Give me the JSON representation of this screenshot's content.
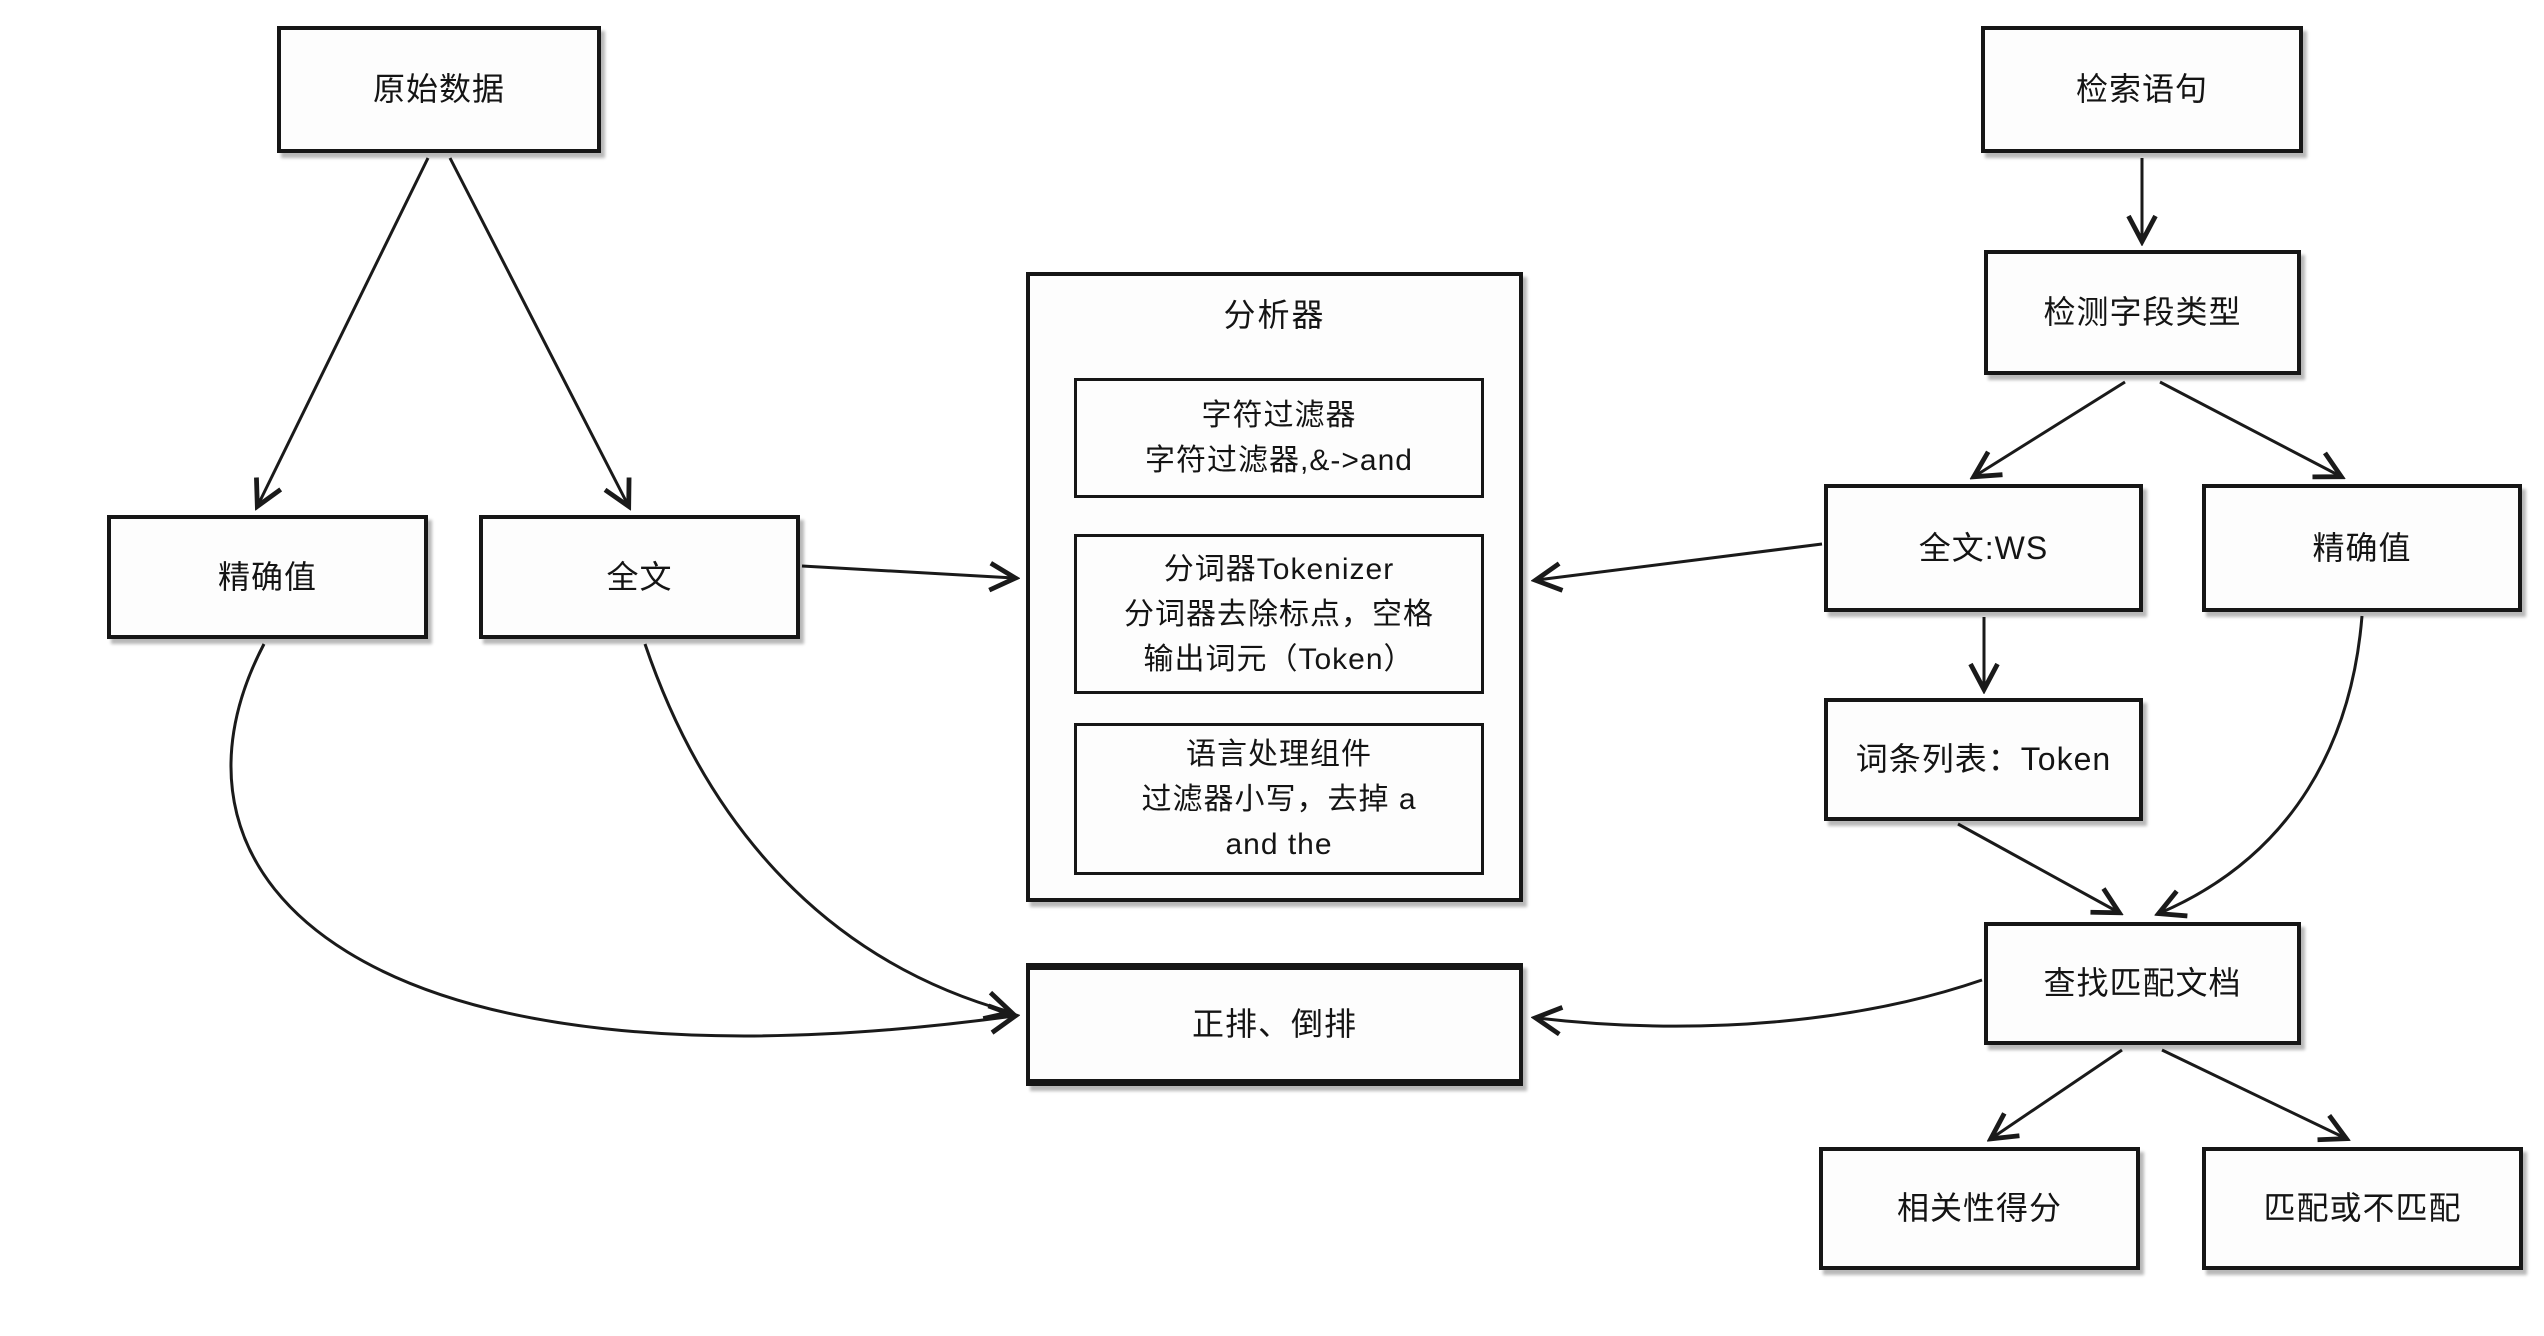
{
  "page": {
    "background_color": "#ffffff",
    "line_color": "#1a1a1a"
  },
  "nodes": {
    "raw_data": {
      "label": "原始数据"
    },
    "query": {
      "label": "检索语句"
    },
    "detect_field_type": {
      "label": "检测字段类型"
    },
    "exact_value_left": {
      "label": "精确值"
    },
    "full_text_left": {
      "label": "全文"
    },
    "full_text_ws": {
      "label": "全文:WS"
    },
    "exact_value_right": {
      "label": "精确值"
    },
    "token_list": {
      "label": "词条列表：Token"
    },
    "find_matching_docs": {
      "label": "查找匹配文档"
    },
    "index_store": {
      "label": "正排、倒排"
    },
    "relevance_score": {
      "label": "相关性得分"
    },
    "match_or_not": {
      "label": "匹配或不匹配"
    },
    "analyzer": {
      "title": "分析器",
      "char_filter": {
        "line1": "字符过滤器",
        "line2": "字符过滤器,&->and"
      },
      "tokenizer": {
        "line1": "分词器Tokenizer",
        "line2": "分词器去除标点，空格",
        "line3": "输出词元（Token）"
      },
      "language": {
        "line1": "语言处理组件",
        "line2": "过滤器小写，去掉 a",
        "line3": "and the"
      }
    }
  },
  "edges": [
    {
      "from": "原始数据",
      "to": "精确值(左)"
    },
    {
      "from": "原始数据",
      "to": "全文"
    },
    {
      "from": "全文",
      "to": "分析器"
    },
    {
      "from": "精确值(左)",
      "to": "正排、倒排"
    },
    {
      "from": "全文",
      "to": "正排、倒排"
    },
    {
      "from": "检索语句",
      "to": "检测字段类型"
    },
    {
      "from": "检测字段类型",
      "to": "全文:WS"
    },
    {
      "from": "检测字段类型",
      "to": "精确值(右)"
    },
    {
      "from": "全文:WS",
      "to": "分析器"
    },
    {
      "from": "全文:WS",
      "to": "词条列表：Token"
    },
    {
      "from": "词条列表：Token",
      "to": "查找匹配文档"
    },
    {
      "from": "精确值(右)",
      "to": "查找匹配文档"
    },
    {
      "from": "查找匹配文档",
      "to": "正排、倒排"
    },
    {
      "from": "查找匹配文档",
      "to": "相关性得分"
    },
    {
      "from": "查找匹配文档",
      "to": "匹配或不匹配"
    }
  ]
}
